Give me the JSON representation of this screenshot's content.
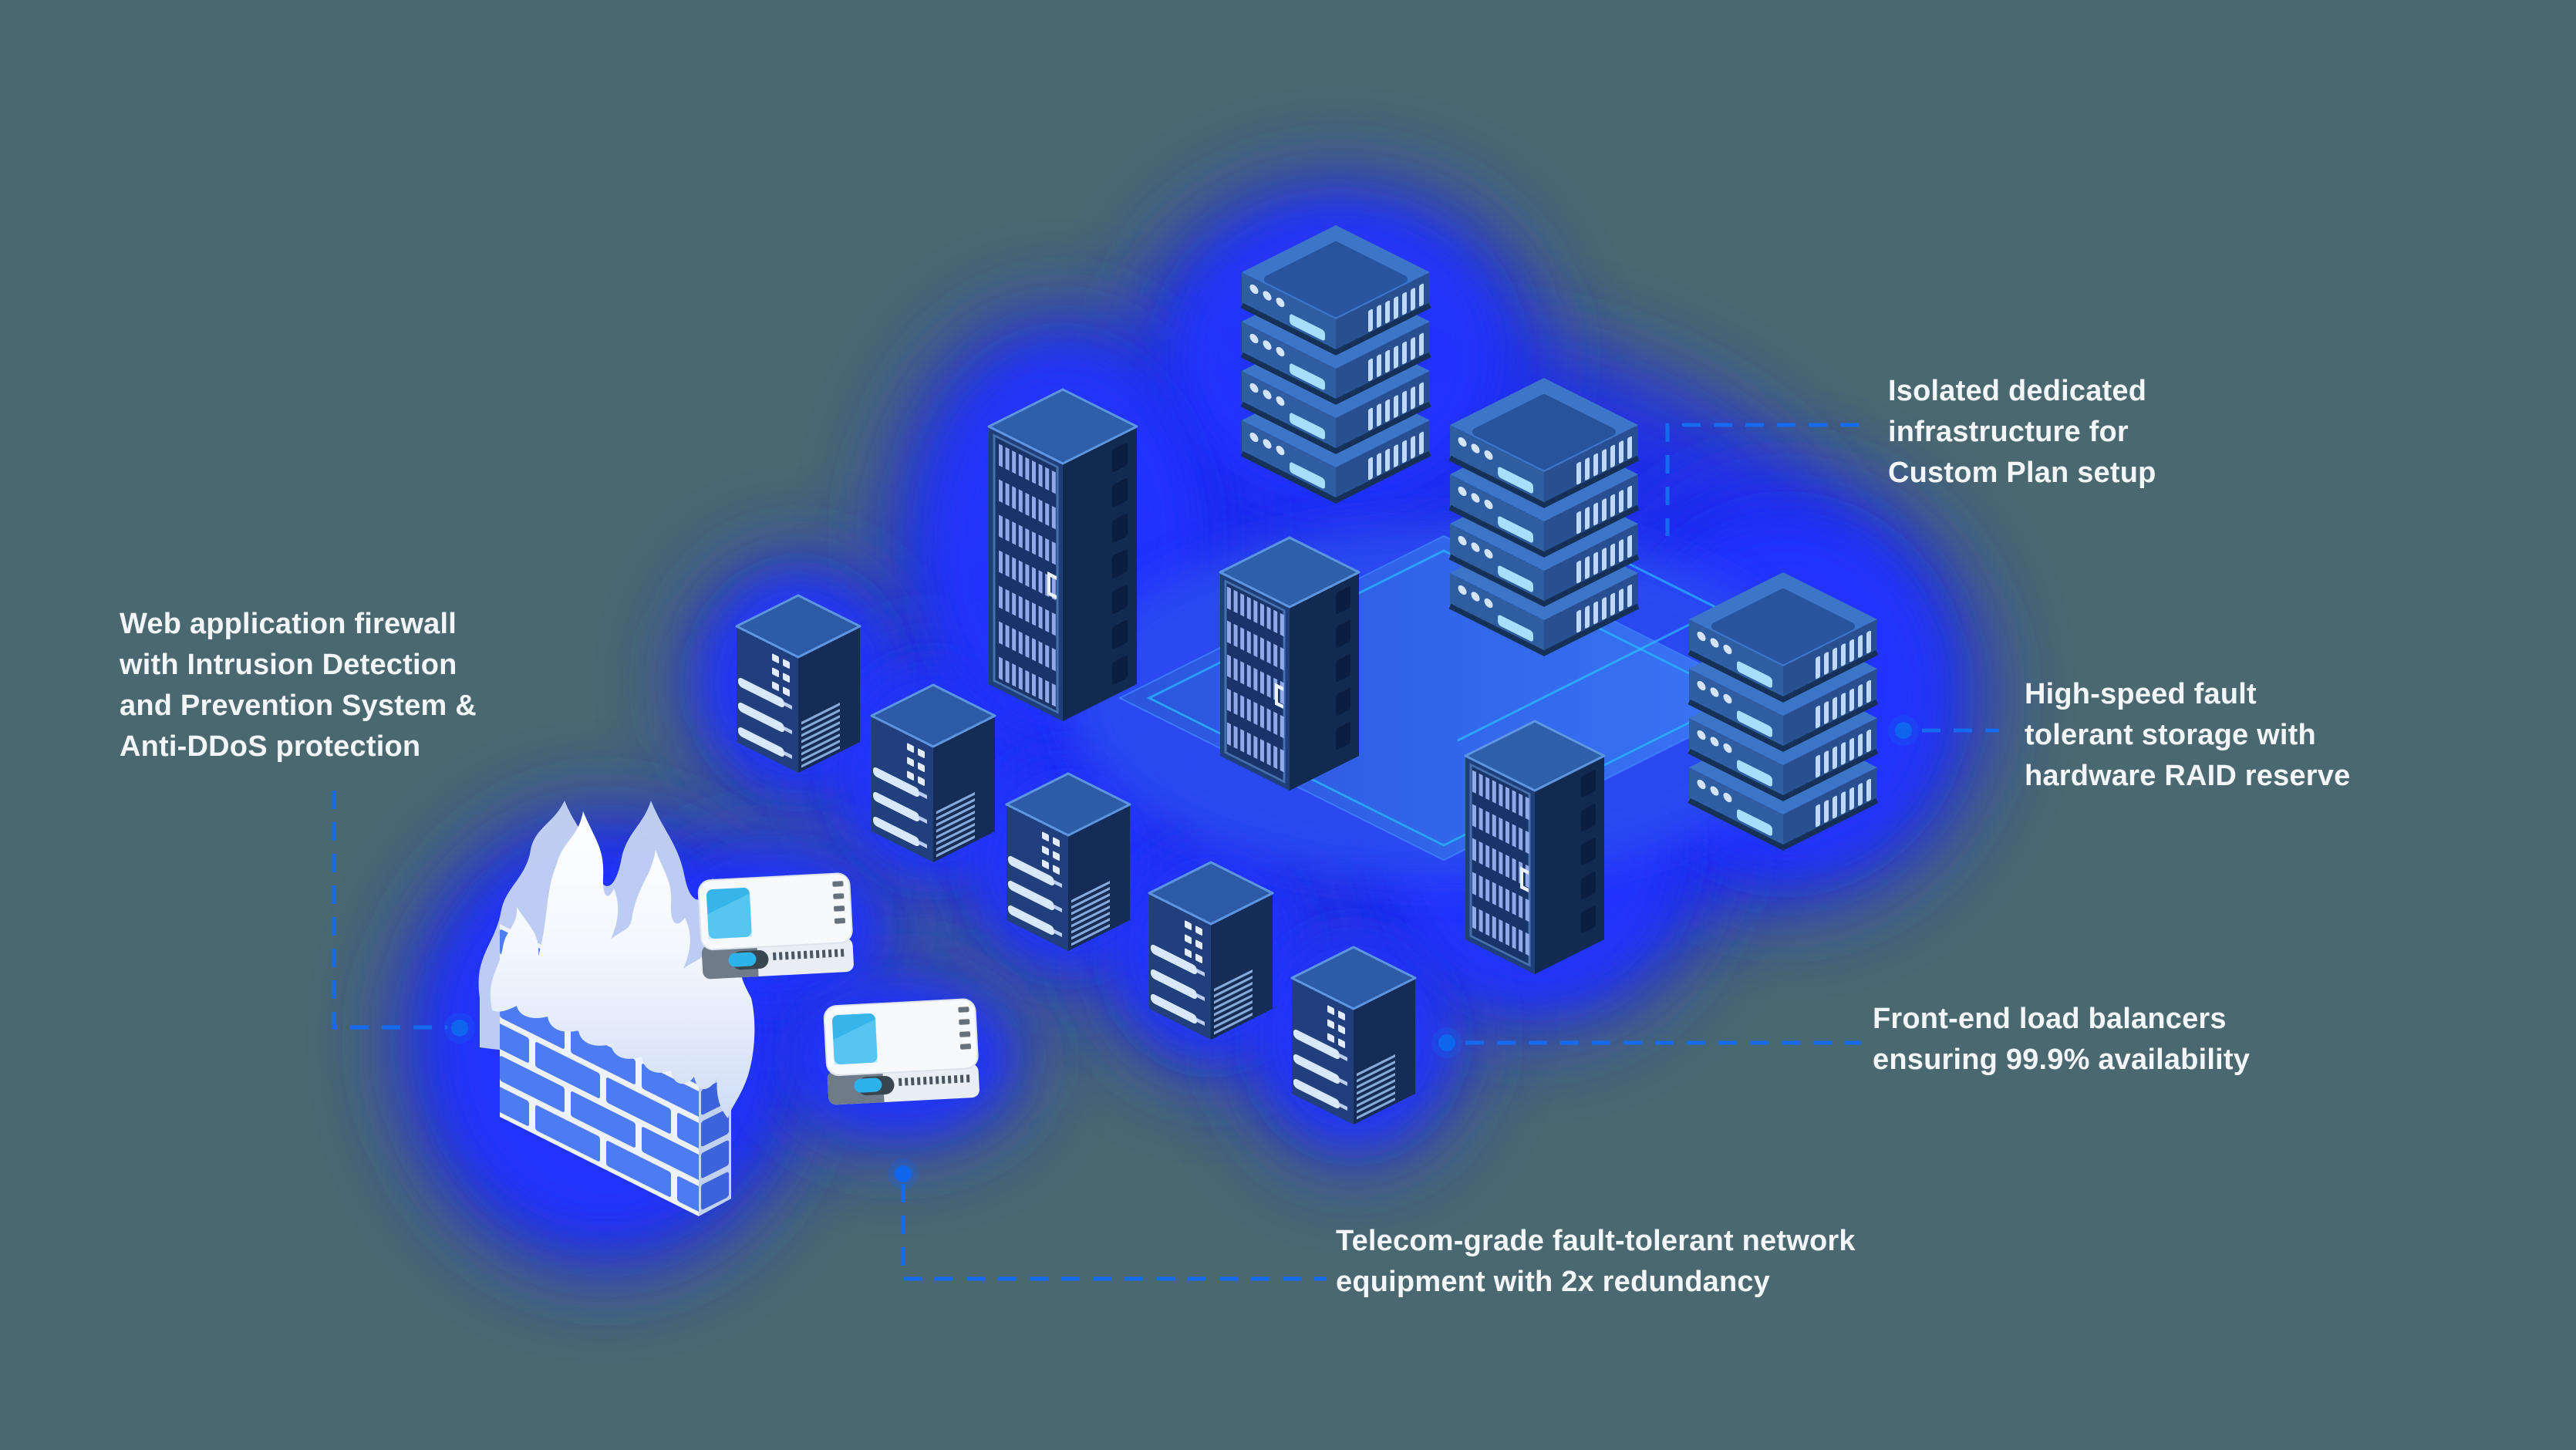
{
  "colors": {
    "background": "#4a6870",
    "glow_blue": "#1c2bf4",
    "leader_blue": "#156bf0",
    "platform_blue": "#2e63ea",
    "platform_edge_cyan": "#29b2ff",
    "brick_blue": "#4d7bf2",
    "flame_white": "#f2f6fe",
    "tower_left_face": "#1f3f7b",
    "tower_right_face": "#122950",
    "tower_top_face": "#2e5fa9",
    "stack_blue": "#2f5da2",
    "switch_white": "#f7fafc",
    "screen_cyan": "#36b5eb",
    "text": "#f3f6f9"
  },
  "annotations": {
    "waf": {
      "text": "Web application firewall with Intrusion Detection and Prevention System & Anti-DDoS protection",
      "lines": [
        "Web application firewall",
        "with Intrusion Detection",
        "and Prevention System &",
        "Anti-DDoS protection"
      ]
    },
    "isolated": {
      "text": "Isolated dedicated infrastructure for Custom Plan setup",
      "lines": [
        "Isolated dedicated",
        "infrastructure for",
        "Custom Plan setup"
      ]
    },
    "storage": {
      "text": "High-speed fault tolerant storage with hardware RAID reserve",
      "lines": [
        "High-speed fault",
        "tolerant storage with",
        "hardware RAID reserve"
      ]
    },
    "load_balancers": {
      "text": "Front-end load balancers ensuring 99.9% availability",
      "lines": [
        "Front-end load balancers",
        "ensuring 99.9% availability"
      ]
    },
    "telecom": {
      "text": "Telecom-grade fault-tolerant network equipment with 2x redundancy",
      "lines": [
        "Telecom-grade fault-tolerant network",
        "equipment with 2x redundancy"
      ]
    }
  },
  "scene": {
    "objects": [
      "firewall-brick-wall-with-flames",
      "network-switch",
      "network-switch",
      "server-tower-small",
      "server-tower-small",
      "server-tower-small",
      "server-tower-small",
      "server-tower-small",
      "server-tower-large",
      "server-tower-large",
      "server-tower-large",
      "storage-rack-stack",
      "storage-rack-stack",
      "storage-rack-stack",
      "glowing-platform"
    ]
  }
}
